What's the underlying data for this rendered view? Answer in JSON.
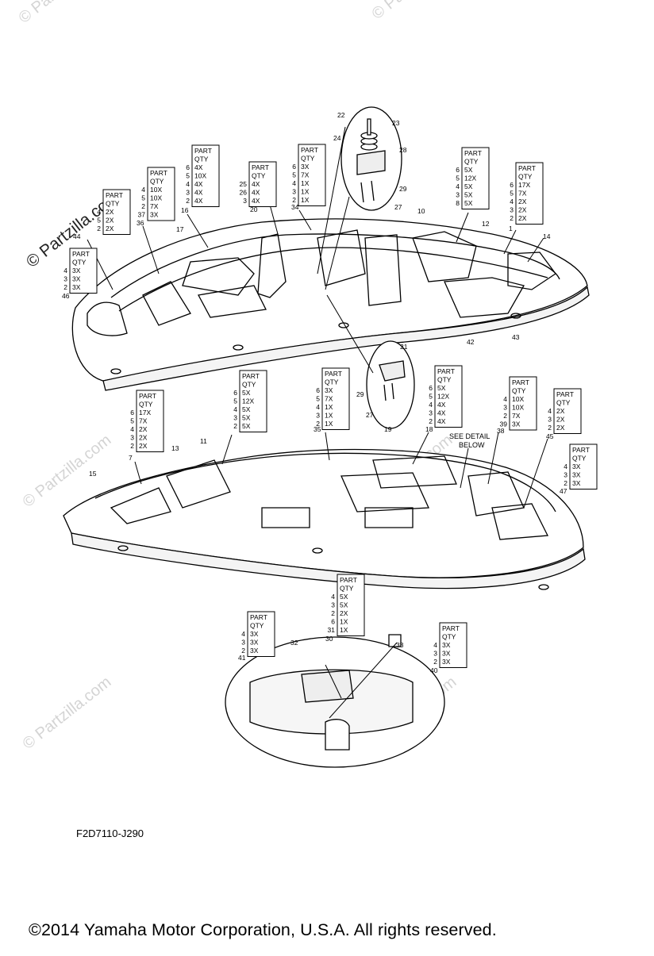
{
  "diagram": {
    "figure_code": "F2D7110-J290",
    "copyright": "©2014 Yamaha Motor Corporation, U.S.A. All rights reserved.",
    "watermark": "© Partzilla.com",
    "detail_note_lines": [
      "SEE DETAIL",
      "BELOW"
    ],
    "table_header": [
      "PART",
      "QTY"
    ],
    "callouts": [
      "22",
      "23",
      "24",
      "28",
      "29",
      "27",
      "10",
      "12",
      "1",
      "14",
      "17",
      "16",
      "20",
      "34",
      "36",
      "44",
      "46",
      "42",
      "43",
      "21",
      "29",
      "27",
      "13",
      "11",
      "7",
      "15",
      "35",
      "18",
      "19",
      "38",
      "45",
      "47",
      "32",
      "30",
      "33",
      "41",
      "40"
    ],
    "tables": [
      {
        "rows": [
          [
            "6",
            "4X"
          ],
          [
            "5",
            "10X"
          ],
          [
            "4",
            "4X"
          ],
          [
            "3",
            "4X"
          ],
          [
            "2",
            "4X"
          ]
        ]
      },
      {
        "rows": [
          [
            "4",
            "10X"
          ],
          [
            "5",
            "10X"
          ],
          [
            "2",
            "7X"
          ],
          [
            "37",
            "3X"
          ]
        ]
      },
      {
        "rows": [
          [
            "4",
            "2X"
          ],
          [
            "5",
            "2X"
          ],
          [
            "2",
            "2X"
          ]
        ]
      },
      {
        "rows": [
          [
            "4",
            "3X"
          ],
          [
            "3",
            "3X"
          ],
          [
            "2",
            "3X"
          ]
        ]
      },
      {
        "rows": [
          [
            "25",
            "4X"
          ],
          [
            "26",
            "4X"
          ],
          [
            "3",
            "4X"
          ]
        ]
      },
      {
        "rows": [
          [
            "6",
            "3X"
          ],
          [
            "5",
            "7X"
          ],
          [
            "4",
            "1X"
          ],
          [
            "3",
            "1X"
          ],
          [
            "2",
            "1X"
          ]
        ]
      },
      {
        "rows": [
          [
            "6",
            "5X"
          ],
          [
            "5",
            "12X"
          ],
          [
            "4",
            "5X"
          ],
          [
            "3",
            "5X"
          ],
          [
            "8",
            "5X"
          ]
        ]
      },
      {
        "rows": [
          [
            "6",
            "17X"
          ],
          [
            "5",
            "7X"
          ],
          [
            "4",
            "2X"
          ],
          [
            "3",
            "2X"
          ],
          [
            "2",
            "2X"
          ]
        ]
      },
      {
        "rows": [
          [
            "6",
            "17X"
          ],
          [
            "5",
            "7X"
          ],
          [
            "4",
            "2X"
          ],
          [
            "3",
            "2X"
          ],
          [
            "2",
            "2X"
          ]
        ]
      },
      {
        "rows": [
          [
            "6",
            "5X"
          ],
          [
            "5",
            "12X"
          ],
          [
            "4",
            "5X"
          ],
          [
            "3",
            "5X"
          ],
          [
            "2",
            "5X"
          ]
        ]
      },
      {
        "rows": [
          [
            "6",
            "3X"
          ],
          [
            "5",
            "7X"
          ],
          [
            "4",
            "1X"
          ],
          [
            "3",
            "1X"
          ],
          [
            "2",
            "1X"
          ]
        ]
      },
      {
        "rows": [
          [
            "6",
            "5X"
          ],
          [
            "5",
            "12X"
          ],
          [
            "4",
            "4X"
          ],
          [
            "3",
            "4X"
          ],
          [
            "2",
            "4X"
          ]
        ]
      },
      {
        "rows": [
          [
            "4",
            "10X"
          ],
          [
            "3",
            "10X"
          ],
          [
            "2",
            "7X"
          ],
          [
            "39",
            "3X"
          ]
        ]
      },
      {
        "rows": [
          [
            "4",
            "2X"
          ],
          [
            "3",
            "2X"
          ],
          [
            "2",
            "2X"
          ]
        ]
      },
      {
        "rows": [
          [
            "4",
            "3X"
          ],
          [
            "3",
            "3X"
          ],
          [
            "2",
            "3X"
          ]
        ]
      },
      {
        "rows": [
          [
            "4",
            "5X"
          ],
          [
            "3",
            "5X"
          ],
          [
            "2",
            "2X"
          ],
          [
            "6",
            "1X"
          ],
          [
            "31",
            "1X"
          ]
        ]
      },
      {
        "rows": [
          [
            "4",
            "3X"
          ],
          [
            "3",
            "3X"
          ],
          [
            "2",
            "3X"
          ]
        ]
      },
      {
        "rows": [
          [
            "4",
            "3X"
          ],
          [
            "3",
            "3X"
          ],
          [
            "2",
            "3X"
          ]
        ]
      }
    ]
  }
}
